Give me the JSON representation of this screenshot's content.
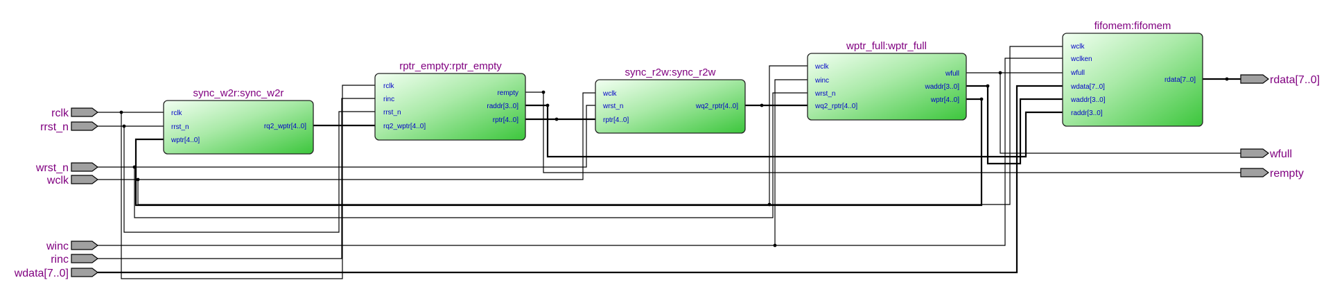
{
  "blocks": [
    {
      "id": "sync_w2r",
      "title": "sync_w2r:sync_w2r",
      "inputs": [
        "rclk",
        "rrst_n",
        "wptr[4..0]"
      ],
      "outputs": [
        "rq2_wptr[4..0]"
      ]
    },
    {
      "id": "rptr_empty",
      "title": "rptr_empty:rptr_empty",
      "inputs": [
        "rclk",
        "rinc",
        "rrst_n",
        "rq2_wptr[4..0]"
      ],
      "outputs": [
        "rempty",
        "raddr[3..0]",
        "rptr[4..0]"
      ]
    },
    {
      "id": "sync_r2w",
      "title": "sync_r2w:sync_r2w",
      "inputs": [
        "wclk",
        "wrst_n",
        "rptr[4..0]"
      ],
      "outputs": [
        "wq2_rptr[4..0]"
      ]
    },
    {
      "id": "wptr_full",
      "title": "wptr_full:wptr_full",
      "inputs": [
        "wclk",
        "winc",
        "wrst_n",
        "wq2_rptr[4..0]"
      ],
      "outputs": [
        "wfull",
        "waddr[3..0]",
        "wptr[4..0]"
      ]
    },
    {
      "id": "fifomem",
      "title": "fifomem:fifomem",
      "inputs": [
        "wclk",
        "wclken",
        "wfull",
        "wdata[7..0]",
        "waddr[3..0]",
        "raddr[3..0]"
      ],
      "outputs": [
        "rdata[7..0]"
      ]
    }
  ],
  "input_pins": [
    "rclk",
    "rrst_n",
    "wrst_n",
    "wclk",
    "winc",
    "rinc",
    "wdata[7..0]"
  ],
  "output_pins": [
    "rdata[7..0]",
    "wfull",
    "rempty"
  ],
  "colors": {
    "block_fill_light": "#f2fff2",
    "block_fill_dark": "#3cc63c",
    "title": "#800080",
    "port": "#0000c8",
    "pin_fill": "#a0a0a0"
  }
}
